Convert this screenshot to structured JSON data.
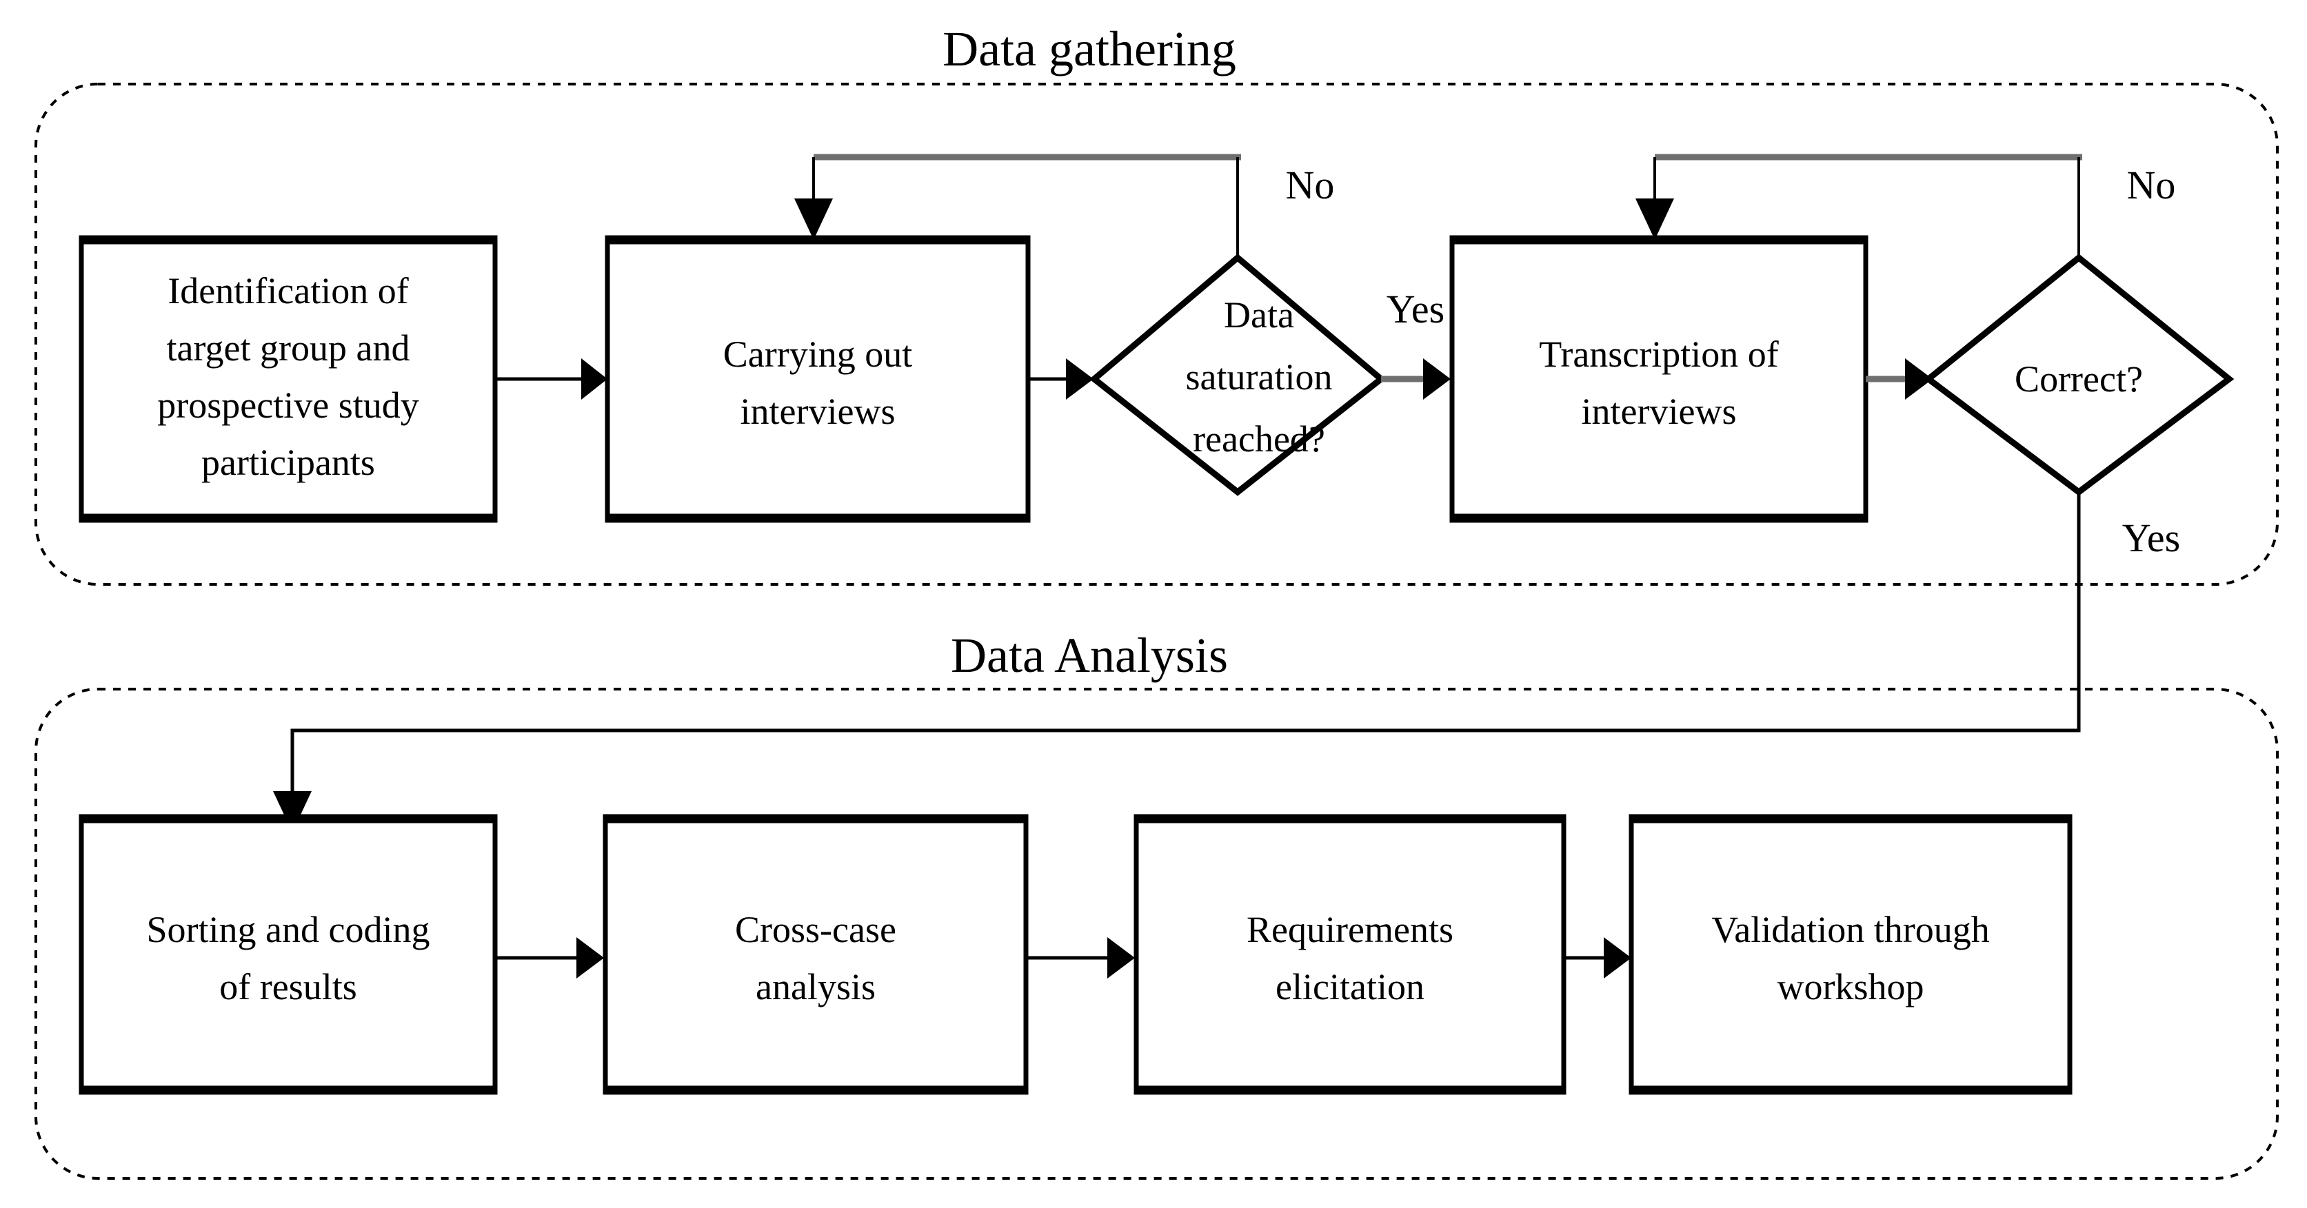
{
  "diagram": {
    "title_top": "Data gathering",
    "title_bottom": "Data Analysis",
    "groups": [
      {
        "id": "data-gathering",
        "label": "Data gathering"
      },
      {
        "id": "data-analysis",
        "label": "Data Analysis"
      }
    ],
    "nodes": {
      "identification": {
        "type": "process",
        "lines": [
          "Identification of",
          "target group and",
          "prospective study",
          "participants"
        ]
      },
      "carrying_out": {
        "type": "process",
        "lines": [
          "Carrying out",
          "interviews"
        ]
      },
      "saturation": {
        "type": "decision",
        "lines": [
          "Data",
          "saturation",
          "reached?"
        ]
      },
      "transcription": {
        "type": "process",
        "lines": [
          "Transcription of",
          "interviews"
        ]
      },
      "correct": {
        "type": "decision",
        "lines": [
          "Correct?"
        ]
      },
      "sorting": {
        "type": "process",
        "lines": [
          "Sorting and coding",
          "of results"
        ]
      },
      "cross_case": {
        "type": "process",
        "lines": [
          "Cross-case",
          "analysis"
        ]
      },
      "requirements": {
        "type": "process",
        "lines": [
          "Requirements",
          "elicitation"
        ]
      },
      "validation": {
        "type": "process",
        "lines": [
          "Validation through",
          "workshop"
        ]
      }
    },
    "edge_labels": {
      "saturation_no": "No",
      "saturation_yes": "Yes",
      "correct_no": "No",
      "correct_yes": "Yes"
    },
    "colors": {
      "stroke": "#000000",
      "fill": "#ffffff",
      "loop_accent": "#6f6f6f"
    }
  }
}
